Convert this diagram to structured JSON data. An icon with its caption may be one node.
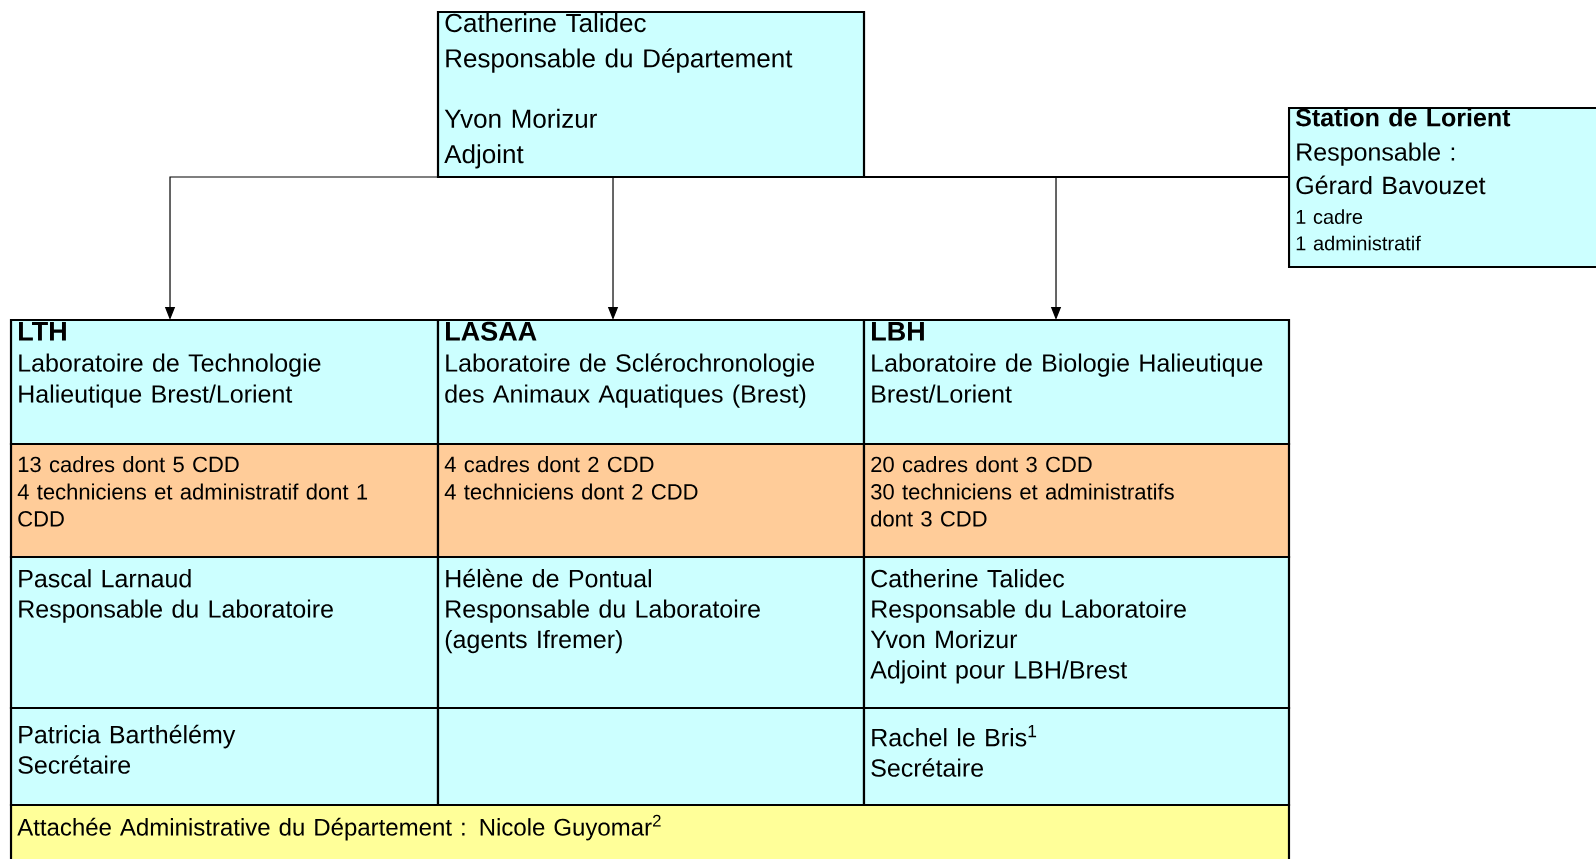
{
  "diagram": {
    "nodes": [
      {
        "text": [
          "Catherine Talidec",
          "Responsable du Département",
          "Yvon Morizur",
          "Adjoint"
        ]
      },
      {
        "text": [
          "Station de Lorient",
          "Responsable :",
          "Gérard Bavouzet",
          "1 cadre",
          "1 administratif"
        ]
      },
      {
        "text": [
          "LTH",
          "Laboratoire de Technologie Halieutique Brest/Lorient"
        ]
      },
      {
        "text": [
          "LASAA",
          "Laboratoire de Sclérochronologie des Animaux Aquatiques (Brest)"
        ]
      },
      {
        "text": [
          "LBH",
          "Laboratoire de Biologie Halieutique Brest/Lorient"
        ]
      },
      {
        "text": [
          "13 cadres dont 5 CDD",
          "4 techniciens et administratif dont 1 CDD"
        ]
      },
      {
        "text": [
          "4 cadres dont 2 CDD",
          "4 techniciens dont 2 CDD"
        ]
      },
      {
        "text": [
          "20 cadres dont 3 CDD",
          "30 techniciens et administratifs dont 3 CDD"
        ]
      },
      {
        "text": [
          "Pascal Larnaud",
          "Responsable du Laboratoire"
        ]
      },
      {
        "text": [
          "Hélène de Pontual",
          "Responsable du Laboratoire",
          "(agents Ifremer)"
        ]
      },
      {
        "text": [
          "Catherine Talidec",
          "Responsable du Laboratoire",
          "Yvon Morizur",
          "Adjoint pour LBH/Brest"
        ]
      },
      {
        "text": [
          "Patricia Barthélémy",
          "Secrétaire"
        ]
      },
      {
        "text": [],
        "shape": "box"
      },
      {
        "text": [
          "Rachel le Bris$^{1}$",
          "Secrétaire"
        ]
      },
      {
        "text": [
          "Attachée Administrative du Département : Nicole Guyomar$^{2}$"
        ]
      }
    ],
    "edges": [
      {
        "from": 0,
        "to": 2,
        "arrow": "to"
      },
      {
        "from": 0,
        "to": 3,
        "arrow": "to"
      },
      {
        "from": 0,
        "to": 4,
        "arrow": "to"
      },
      {
        "from": 0,
        "to": 1,
        "arrow": "none"
      }
    ]
  }
}
